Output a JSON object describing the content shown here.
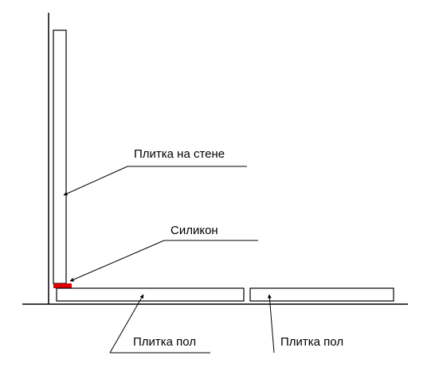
{
  "labels": {
    "wall_tile": "Плитка на стене",
    "silicone": "Силикон",
    "floor_tile_1": "Плитка пол",
    "floor_tile_2": "Плитка пол"
  },
  "colors": {
    "line": "#000000",
    "tile_fill": "#ffffff",
    "silicone": "#e00000"
  }
}
